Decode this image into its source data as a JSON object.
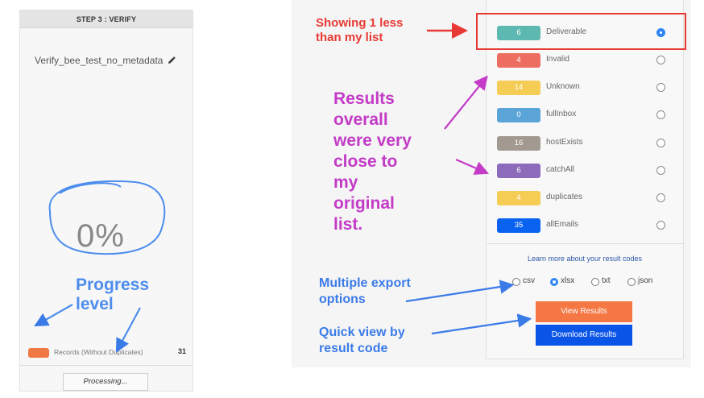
{
  "left_panel": {
    "step_header": "STEP 3 : VERIFY",
    "file_name": "Verify_bee_test_no_metadata",
    "progress_percent": "0%",
    "records": {
      "label": "Records (Without Duplicates)",
      "count": "31",
      "swatch_color": "#f07845"
    },
    "processing_button": "Processing..."
  },
  "results": {
    "items": [
      {
        "count": "6",
        "label": "Deliverable",
        "color": "#5cb8b0",
        "selected": true
      },
      {
        "count": "4",
        "label": "Invalid",
        "color": "#ee6d61",
        "selected": false
      },
      {
        "count": "14",
        "label": "Unknown",
        "color": "#f5cd55",
        "selected": false
      },
      {
        "count": "0",
        "label": "fullInbox",
        "color": "#5aa4d8",
        "selected": false
      },
      {
        "count": "16",
        "label": "hostExists",
        "color": "#a29a90",
        "selected": false
      },
      {
        "count": "6",
        "label": "catchAll",
        "color": "#8d6bbb",
        "selected": false
      },
      {
        "count": "4",
        "label": "duplicates",
        "color": "#f5cd55",
        "selected": false
      },
      {
        "count": "35",
        "label": "allEmails",
        "color": "#0a63f0",
        "selected": false
      }
    ],
    "learn_more": "Learn more about your result codes",
    "formats": [
      {
        "label": "csv",
        "selected": false
      },
      {
        "label": "xlsx",
        "selected": true
      },
      {
        "label": "txt",
        "selected": false
      },
      {
        "label": "json",
        "selected": false
      }
    ],
    "view_button": "View Results",
    "download_button": "Download Results",
    "view_button_color": "#f47744",
    "download_button_color": "#0a55e8"
  },
  "annotations": {
    "showing_less": [
      "Showing 1 less",
      "than my list"
    ],
    "results_overall": [
      "Results",
      "overall",
      "were very",
      "close to",
      "my",
      "original",
      "list."
    ],
    "progress_level": [
      "Progress",
      "level"
    ],
    "multiple_export": [
      "Multiple export",
      "options"
    ],
    "quick_view": [
      "Quick view by",
      "result code"
    ],
    "colors": {
      "red": "#e83a35",
      "magenta": "#c33bc7",
      "blue": "#3b7be8"
    }
  }
}
